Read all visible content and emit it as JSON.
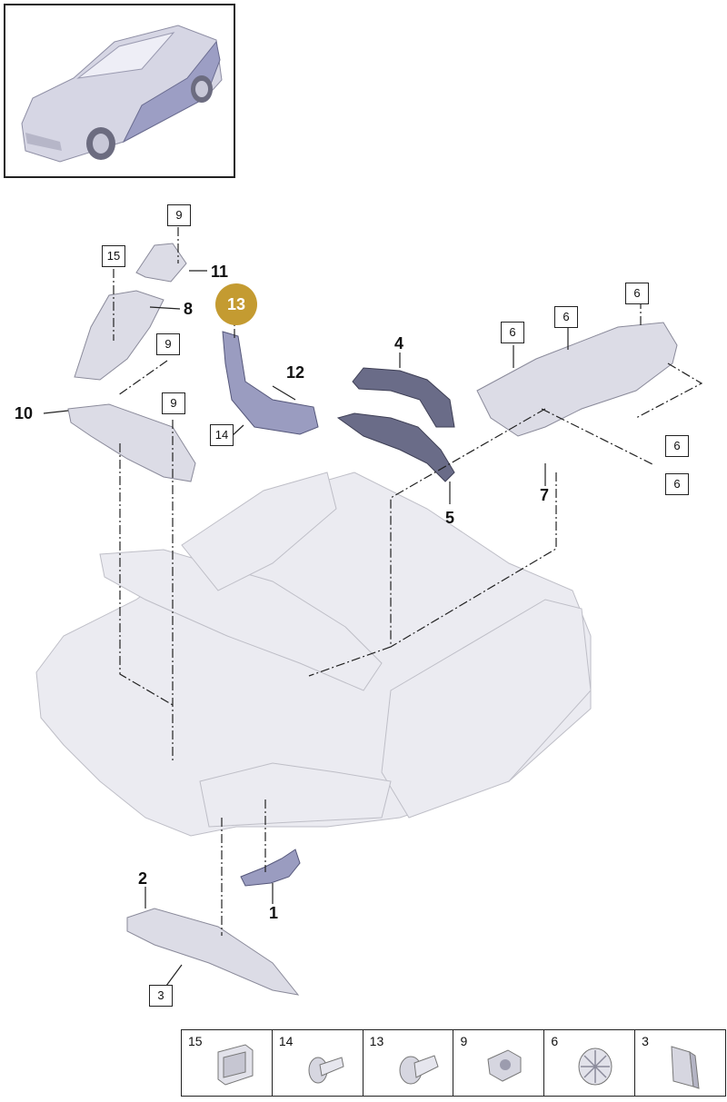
{
  "diagram": {
    "callouts": {
      "c9a": "9",
      "c15": "15",
      "c11": "11",
      "c8": "8",
      "c13": "13",
      "c9b": "9",
      "c12": "12",
      "c9c": "9",
      "c10": "10",
      "c14": "14",
      "c4": "4",
      "c5": "5",
      "c6a": "6",
      "c6b": "6",
      "c6c": "6",
      "c6d": "6",
      "c6e": "6",
      "c7": "7",
      "c2": "2",
      "c1": "1",
      "c3": "3"
    }
  },
  "legend": {
    "items": [
      {
        "num": "15",
        "icon": "clip-icon"
      },
      {
        "num": "14",
        "icon": "rivet-icon"
      },
      {
        "num": "13",
        "icon": "expanding-rivet-icon"
      },
      {
        "num": "9",
        "icon": "clip-nut-icon"
      },
      {
        "num": "6",
        "icon": "speed-nut-icon"
      },
      {
        "num": "3",
        "icon": "bracket-clip-icon"
      }
    ]
  },
  "colors": {
    "highlight": "#c49b31",
    "part_light": "#dcdce6",
    "part_dark": "#6a6c88"
  }
}
